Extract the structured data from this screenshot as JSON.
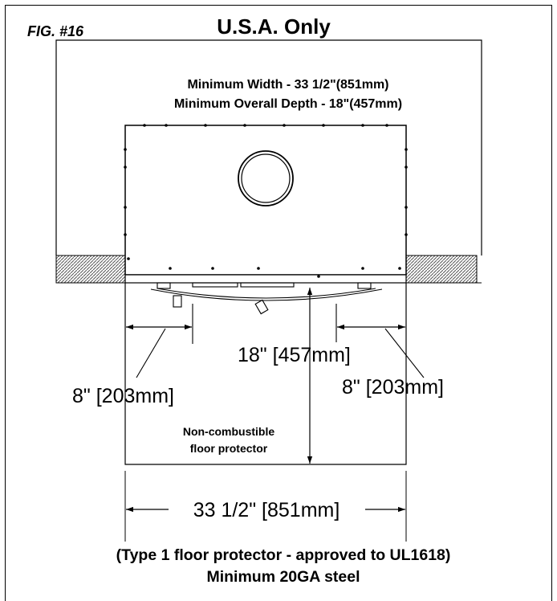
{
  "figure": {
    "label": "FIG. #16",
    "title": "U.S.A. Only"
  },
  "requirements": {
    "min_width": "Minimum Width - 33 1/2\"(851mm)",
    "min_depth": "Minimum Overall Depth - 18\"(457mm)"
  },
  "dimensions": {
    "side_left": "8\" [203mm]",
    "side_right": "8\" [203mm]",
    "front": "18\" [457mm]",
    "width": "33 1/2\" [851mm]"
  },
  "floor_protector": {
    "label_line1": "Non-combustible",
    "label_line2": "floor protector"
  },
  "notes": {
    "line1": "(Type 1 floor protector - approved to UL1618)",
    "line2": "Minimum 20GA steel"
  }
}
